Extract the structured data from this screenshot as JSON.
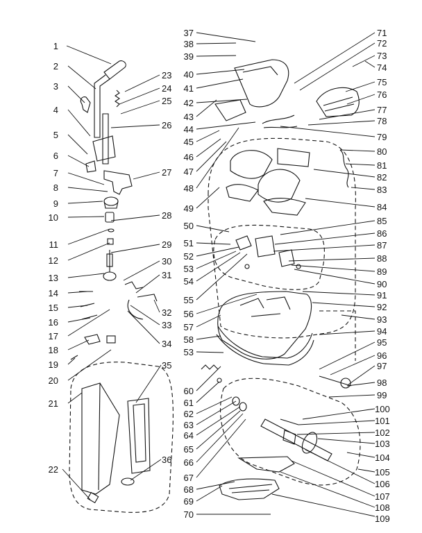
{
  "colors": {
    "ink": "#111111",
    "background": "#ffffff"
  },
  "callouts_left": [
    "1",
    "2",
    "3",
    "4",
    "5",
    "6",
    "7",
    "8",
    "9",
    "10",
    "11",
    "12",
    "13",
    "14",
    "15",
    "16",
    "17",
    "18",
    "19",
    "20",
    "21",
    "22"
  ],
  "callouts_middle_left": [
    "23",
    "24",
    "25",
    "26",
    "27",
    "28",
    "29",
    "30",
    "31",
    "32",
    "33",
    "34",
    "35",
    "36"
  ],
  "callouts_center": [
    "37",
    "38",
    "39",
    "40",
    "41",
    "42",
    "43",
    "44",
    "45",
    "46",
    "47",
    "48",
    "49",
    "50",
    "51",
    "52",
    "53",
    "54",
    "55",
    "56",
    "57",
    "58",
    "53",
    "60",
    "61",
    "62",
    "63",
    "64",
    "65",
    "66",
    "67",
    "68",
    "69",
    "70"
  ],
  "callouts_right": [
    "71",
    "72",
    "73",
    "74",
    "75",
    "76",
    "77",
    "78",
    "79",
    "80",
    "81",
    "82",
    "83",
    "84",
    "85",
    "86",
    "87",
    "88",
    "89",
    "90",
    "91",
    "92",
    "93",
    "94",
    "95",
    "96",
    "97",
    "98",
    "99",
    "100",
    "101",
    "102",
    "103",
    "104",
    "105",
    "106",
    "107",
    "108",
    "109"
  ]
}
